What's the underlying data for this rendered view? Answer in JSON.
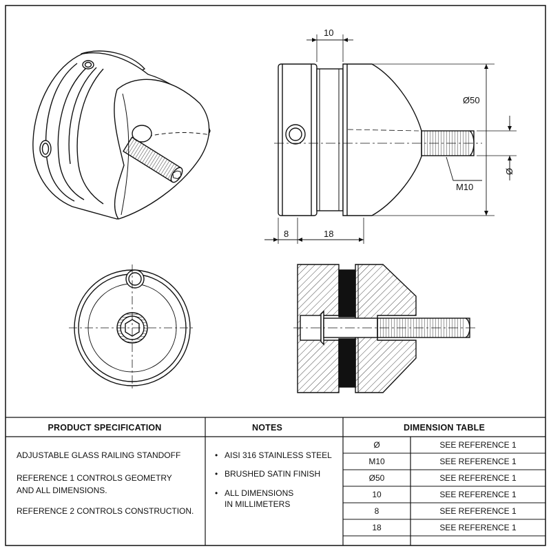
{
  "drawing": {
    "views": {
      "iso_view": "isometric-view",
      "side_view": "side-elevation",
      "front_view": "front-view",
      "section_view": "section-view"
    },
    "dimensions": {
      "top_width": "10",
      "diameter_outer": "Ø50",
      "thread_label": "M10",
      "diameter_small": "Ø",
      "left_offset": "8",
      "body_length": "18"
    }
  },
  "title_block": {
    "product_spec": {
      "heading": "PRODUCT SPECIFICATION",
      "line1": "ADJUSTABLE GLASS RAILING STANDOFF",
      "line2a": "REFERENCE 1 CONTROLS GEOMETRY",
      "line2b": "AND ALL DIMENSIONS.",
      "line3": "REFERENCE 2 CONTROLS CONSTRUCTION."
    },
    "notes": {
      "heading": "NOTES",
      "items": [
        {
          "bullet": "•",
          "line1": "AISI 316 STAINLESS STEEL",
          "line2": ""
        },
        {
          "bullet": "•",
          "line1": "BRUSHED SATIN FINISH",
          "line2": ""
        },
        {
          "bullet": "•",
          "line1": "ALL DIMENSIONS",
          "line2": "IN MILLIMETERS"
        }
      ]
    },
    "dimension_table": {
      "heading": "DIMENSION TABLE",
      "rows": [
        {
          "symbol": "Ø",
          "value": "SEE REFERENCE 1"
        },
        {
          "symbol": "M10",
          "value": "SEE REFERENCE 1"
        },
        {
          "symbol": "Ø50",
          "value": "SEE REFERENCE 1"
        },
        {
          "symbol": "10",
          "value": "SEE REFERENCE 1"
        },
        {
          "symbol": "8",
          "value": "SEE REFERENCE 1"
        },
        {
          "symbol": "18",
          "value": "SEE REFERENCE 1"
        }
      ]
    }
  },
  "colors": {
    "line": "#111111",
    "paper": "#ffffff",
    "fill_dark": "#111111"
  }
}
